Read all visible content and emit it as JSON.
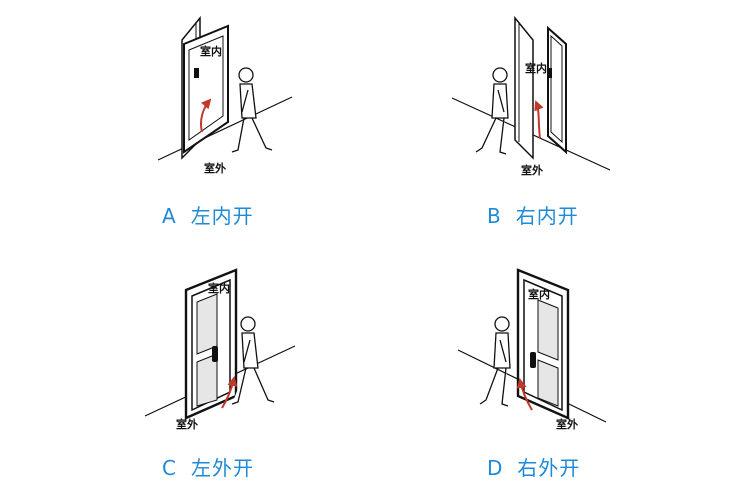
{
  "panels": [
    {
      "letter": "A",
      "label": "左内开",
      "inside": "室内",
      "outside": "室外"
    },
    {
      "letter": "B",
      "label": "右内开",
      "inside": "室内",
      "outside": "室外"
    },
    {
      "letter": "C",
      "label": "左外开",
      "inside": "室内",
      "outside": "室外"
    },
    {
      "letter": "D",
      "label": "右外开",
      "inside": "室内",
      "outside": "室外"
    }
  ],
  "colors": {
    "caption": "#1f8ad6",
    "arrow": "#c0392b",
    "line": "#111111"
  }
}
